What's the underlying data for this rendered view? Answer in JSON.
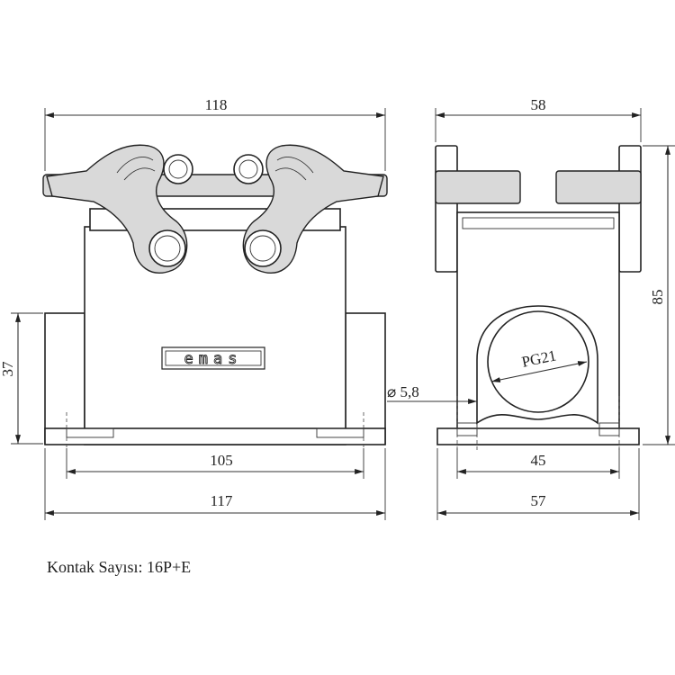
{
  "dimensions": {
    "front_top_width": "118",
    "front_base_inner": "105",
    "front_base_width": "117",
    "front_height": "37",
    "side_top_width": "58",
    "side_height": "85",
    "side_base_inner": "45",
    "side_base_width": "57",
    "hole_diameter": "⌀ 5,8",
    "cable_gland": "PG21"
  },
  "logo_text": "emas",
  "caption": "Kontak Sayısı: 16P+E"
}
